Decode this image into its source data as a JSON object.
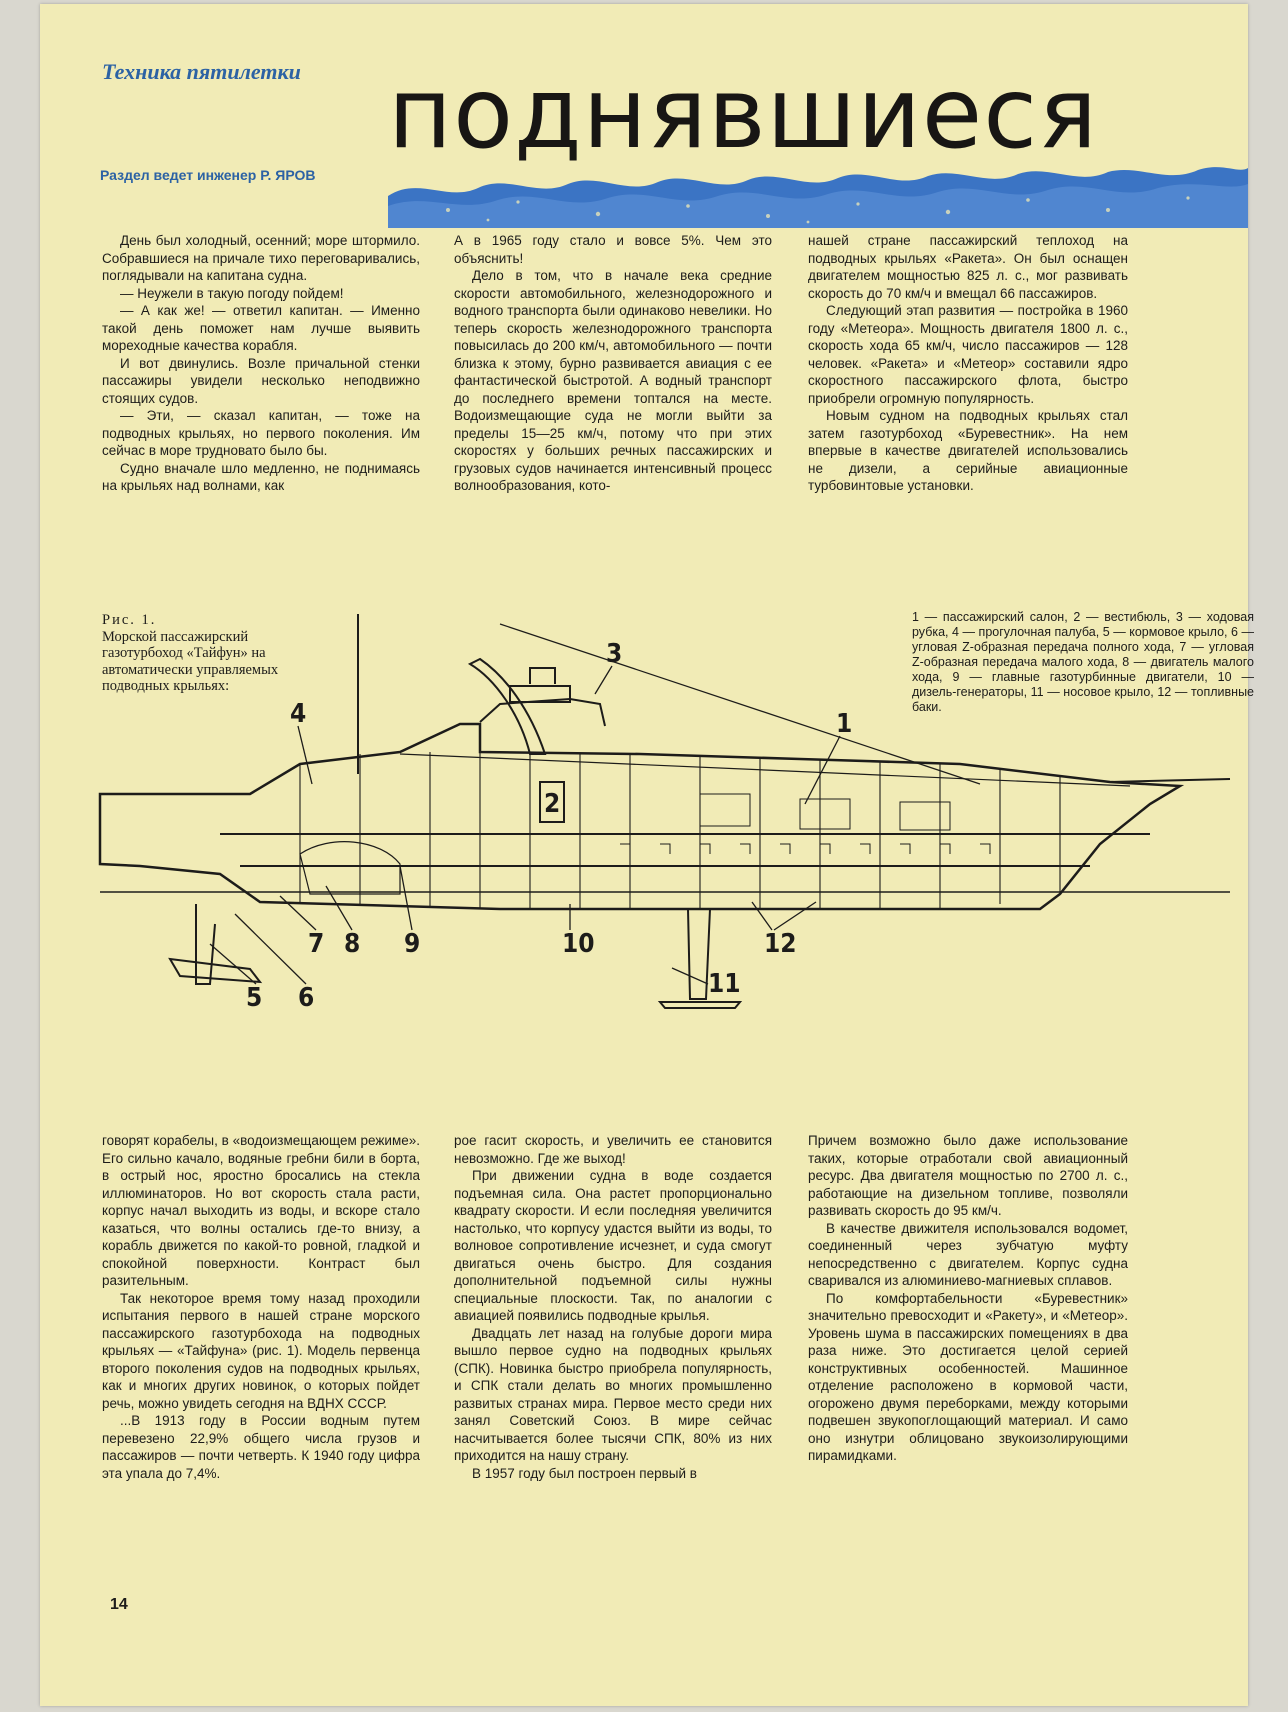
{
  "header": {
    "rubric": "Техника пятилетки",
    "byline": "Раздел ведет инженер Р. ЯРОВ",
    "headline": "поднявшиеся"
  },
  "columns_top": {
    "col1": [
      "День был холодный, осенний; море штормило. Собравшиеся на причале тихо переговаривались, поглядывали на капитана судна.",
      "— Неужели в такую погоду пойдем!",
      "— А как же! — ответил капитан. — Именно такой день поможет нам лучше выявить мореходные качества корабля.",
      "И вот двинулись. Возле причальной стенки пассажиры увидели несколько неподвижно стоящих судов.",
      "— Эти, — сказал капитан, — тоже на подводных крыльях, но первого поколения. Им сейчас в море трудновато было бы.",
      "Судно вначале шло медленно, не поднимаясь на крыльях над волнами, как"
    ],
    "col2": [
      "А в 1965 году стало и вовсе 5%. Чем это объяснить!",
      "Дело в том, что в начале века средние скорости автомобильного, железнодорожного и водного транспорта были одинаково невелики. Но теперь скорость железнодорожного транспорта повысилась до 200 км/ч, автомобильного — почти близка к этому, бурно развивается авиация с ее фантастической быстротой. А водный транспорт до последнего времени топтался на месте. Водоизмещающие суда не могли выйти за пределы 15—25 км/ч, потому что при этих скоростях у больших речных пассажирских и грузовых судов начинается интенсивный процесс волнообразования, кото-"
    ],
    "col3": [
      "нашей стране пассажирский теплоход на подводных крыльях «Ракета». Он был оснащен двигателем мощностью 825 л. с., мог развивать скорость до 70 км/ч и вмещал 66 пассажиров.",
      "Следующий этап развития — постройка в 1960 году «Метеора». Мощность двигателя 1800 л. с., скорость хода 65 км/ч, число пассажиров — 128 человек. «Ракета» и «Метеор» составили ядро скоростного пассажирского флота, быстро приобрели огромную популярность.",
      "Новым судном на подводных крыльях стал затем газотурбоход «Буревестник». На нем впервые в качестве двигателей использовались не дизели, а серийные авиационные турбовинтовые установки."
    ]
  },
  "figure": {
    "caption_label": "Рис. 1.",
    "caption_text": "Морской пассажирский газотурбоход «Тайфун» на автоматически управляемых подводных крыльях:",
    "legend": "1 — пассажирский салон, 2 — вестибюль, 3 — ходовая рубка, 4 — прогулочная палуба, 5 — кормовое крыло, 6 — угловая Z-образная передача полного хода, 7 — угловая Z-образная передача малого хода, 8 — двигатель малого хода, 9 — главные газотурбинные двигатели, 10 — дизель-генераторы, 11 — носовое крыло, 12 — топливные баки.",
    "callouts": [
      "1",
      "2",
      "3",
      "4",
      "5",
      "6",
      "7",
      "8",
      "9",
      "10",
      "11",
      "12"
    ]
  },
  "columns_bottom": {
    "col1": [
      "говорят корабелы, в «водоизмещающем режиме». Его сильно качало, водяные гребни били в борта, в острый нос, яростно бросались на стекла иллюминаторов. Но вот скорость стала расти, корпус начал выходить из воды, и вскоре стало казаться, что волны остались где-то внизу, а корабль движется по какой-то ровной, гладкой и спокойной поверхности. Контраст был разительным.",
      "Так некоторое время тому назад проходили испытания первого в нашей стране морского пассажирского газотурбохода на подводных крыльях — «Тайфуна» (рис. 1). Модель первенца второго поколения судов на подводных крыльях, как и многих других новинок, о которых пойдет речь, можно увидеть сегодня на ВДНХ СССР.",
      "...В 1913 году в России водным путем перевезено 22,9% общего числа грузов и пассажиров — почти четверть. К 1940 году цифра эта упала до 7,4%."
    ],
    "col2": [
      "рое гасит скорость, и увеличить ее становится невозможно. Где же выход!",
      "При движении судна в воде создается подъемная сила. Она растет пропорционально квадрату скорости. И если последняя увеличится настолько, что корпусу удастся выйти из воды, то волновое сопротивление исчезнет, и суда смогут двигаться очень быстро. Для создания дополнительной подъемной силы нужны специальные плоскости. Так, по аналогии с авиацией появились подводные крылья.",
      "Двадцать лет назад на голубые дороги мира вышло первое судно на подводных крыльях (СПК). Новинка быстро приобрела популярность, и СПК стали делать во многих промышленно развитых странах мира. Первое место среди них занял Советский Союз. В мире сейчас насчитывается более тысячи СПК, 80% из них приходится на нашу страну.",
      "В 1957 году был построен первый в"
    ],
    "col3": [
      "Причем возможно было даже использование таких, которые отработали свой авиационный ресурс. Два двигателя мощностью по 2700 л. с., работающие на дизельном топливе, позволяли развивать скорость до 95 км/ч.",
      "В качестве движителя использовался водомет, соединенный через зубчатую муфту непосредственно с двигателем. Корпус судна сваривался из алюминиево-магниевых сплавов.",
      "По комфортабельности «Буревестник» значительно превосходит и «Ракету», и «Метеор». Уровень шума в пассажирских помещениях в два раза ниже. Это достигается целой серией конструктивных особенностей. Машинное отделение расположено в кормовой части, огорожено двумя переборками, между которыми подвешен звукопоглощающий материал. И само оно изнутри облицовано звукоизолирующими пирамидками."
    ]
  },
  "page_number": "14",
  "colors": {
    "paper": "#f1ebb6",
    "accent_blue": "#2c62a4",
    "ink": "#1d1c1a",
    "wave_blue": "#3b74c4"
  }
}
